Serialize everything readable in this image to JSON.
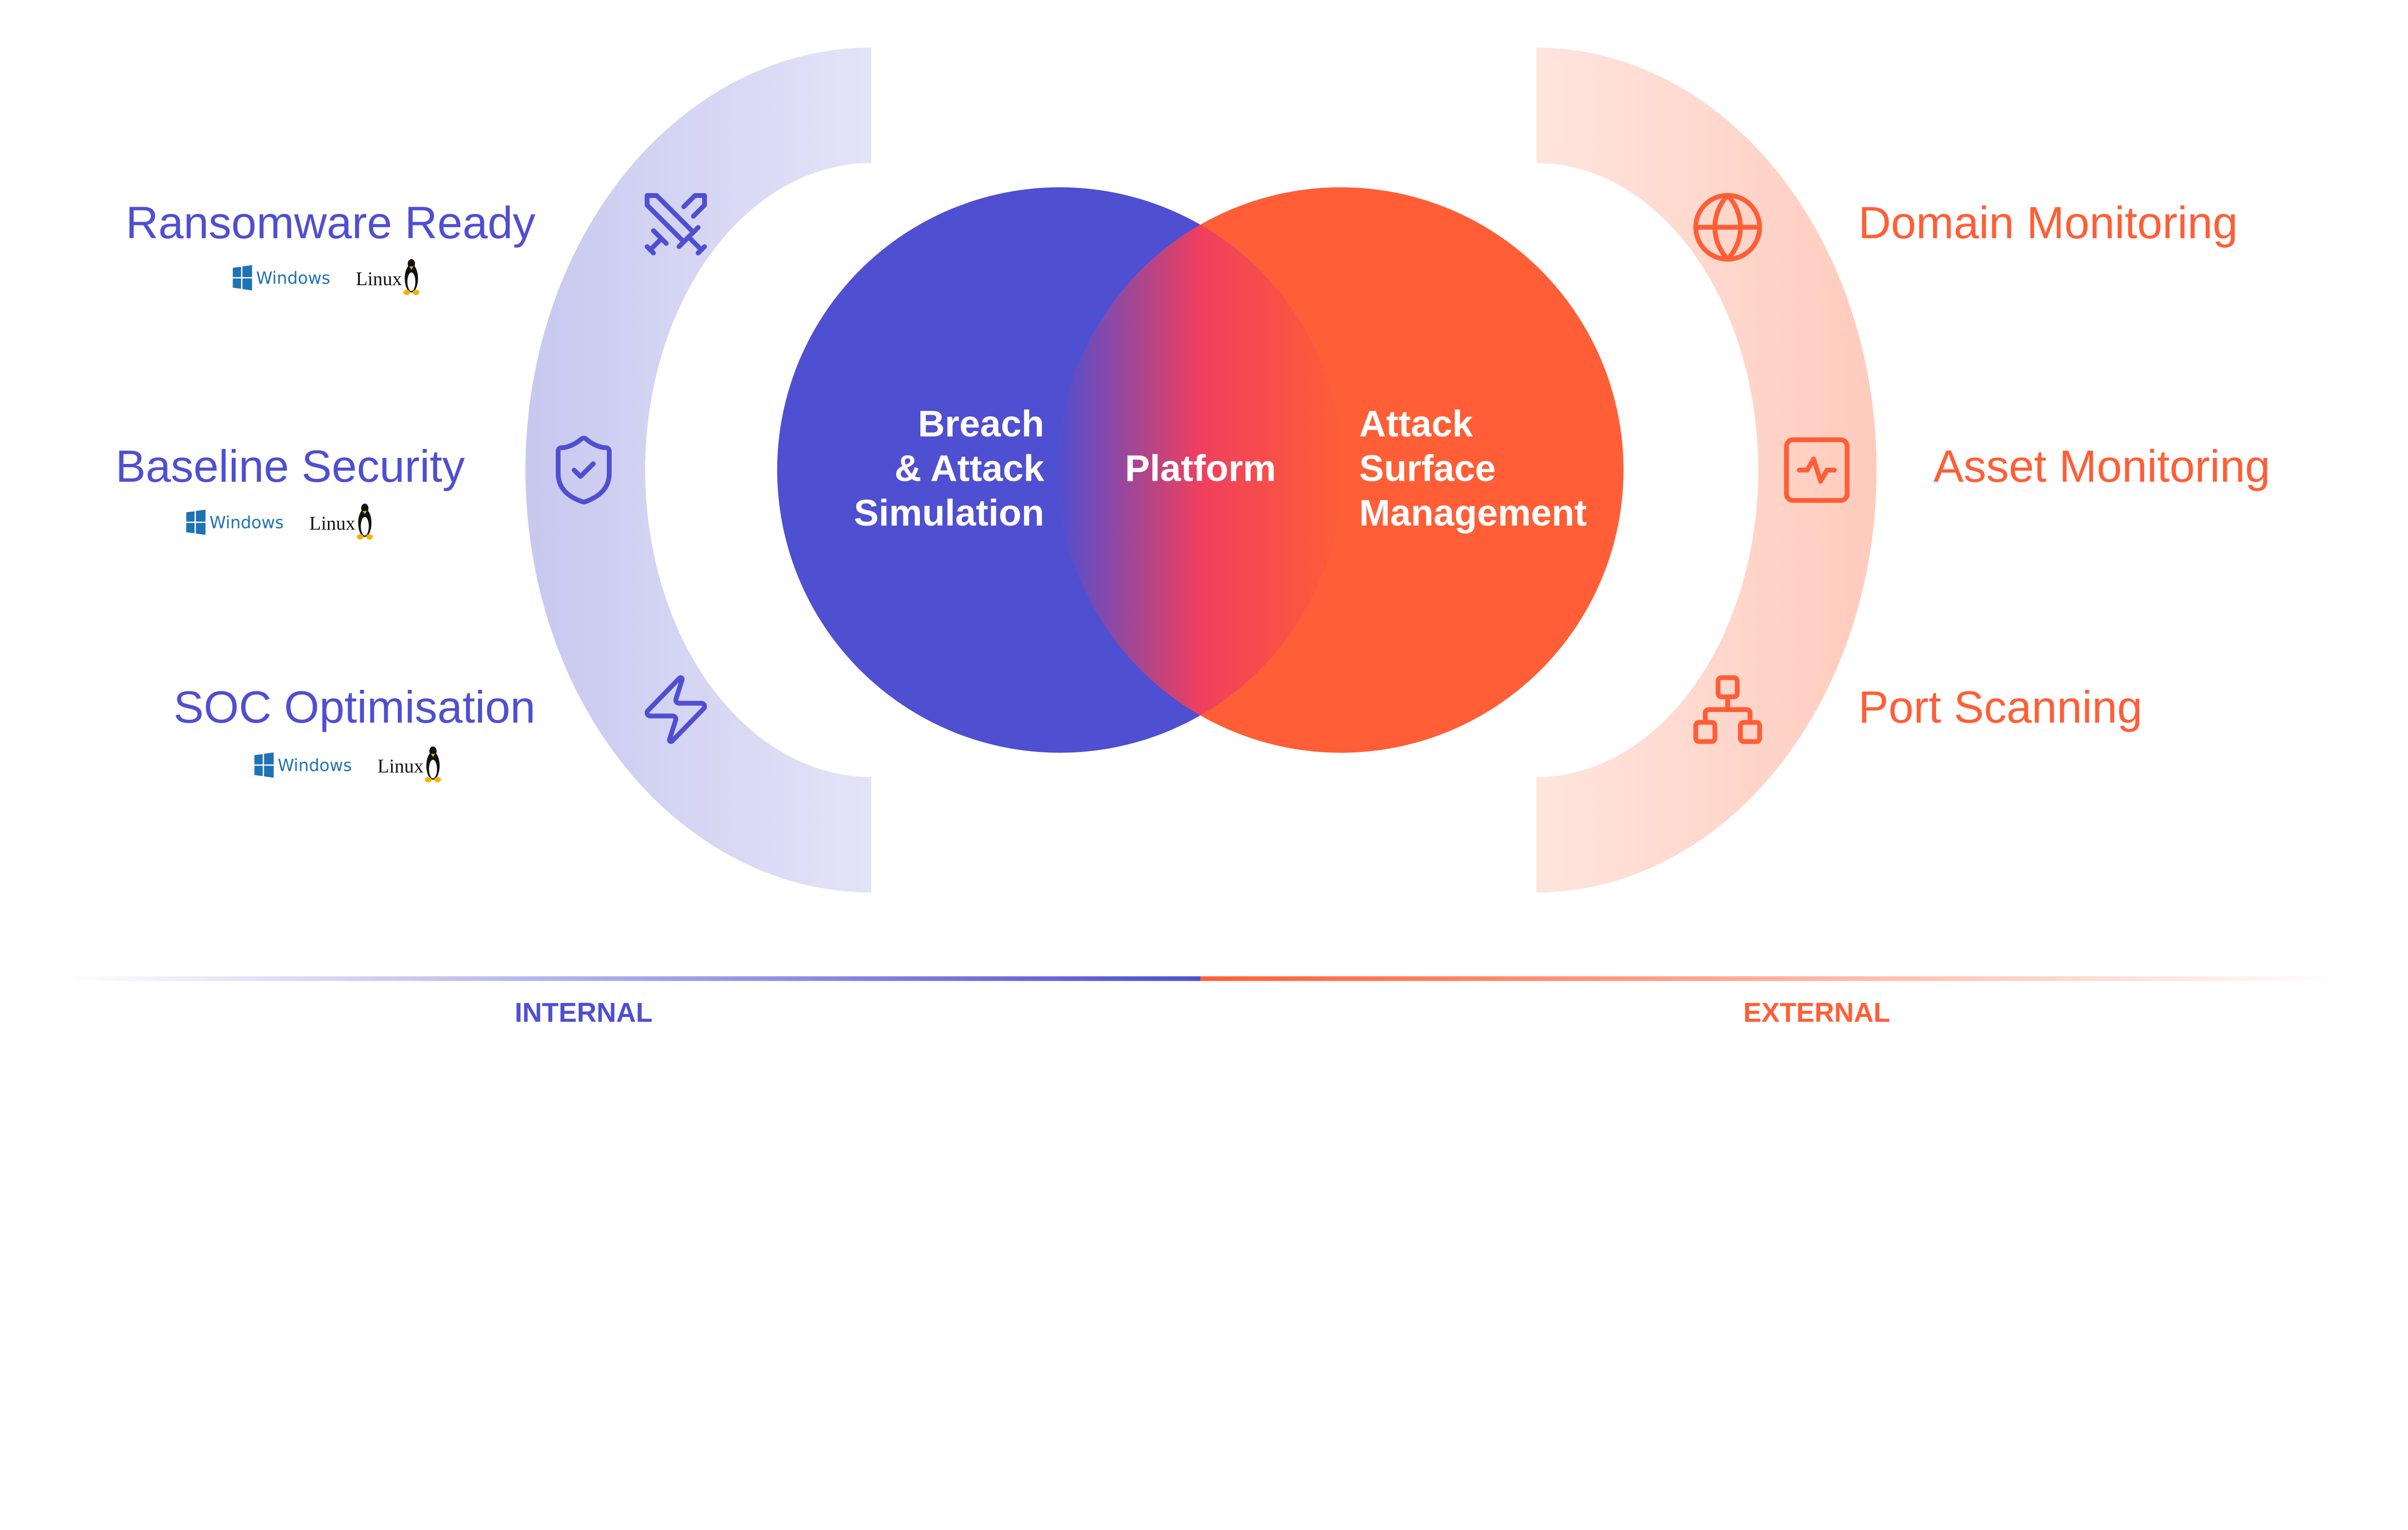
{
  "colors": {
    "internal": "#4f4fd1",
    "external": "#ff5e36",
    "overlap": "#ef3f5e"
  },
  "left_items": [
    {
      "label": "Ransomware Ready",
      "icon": "swords-icon",
      "platforms": [
        "Windows",
        "Linux"
      ]
    },
    {
      "label": "Baseline Security",
      "icon": "shield-check-icon",
      "platforms": [
        "Windows",
        "Linux"
      ]
    },
    {
      "label": "SOC Optimisation",
      "icon": "lightning-icon",
      "platforms": [
        "Windows",
        "Linux"
      ]
    }
  ],
  "right_items": [
    {
      "label": "Domain Monitoring",
      "icon": "globe-icon"
    },
    {
      "label": "Asset Monitoring",
      "icon": "monitor-pulse-icon"
    },
    {
      "label": "Port Scanning",
      "icon": "network-icon"
    }
  ],
  "venn": {
    "left": [
      "Breach",
      "& Attack",
      "Simulation"
    ],
    "center": "Platform",
    "right": [
      "Attack",
      "Surface",
      "Management"
    ]
  },
  "axis": {
    "left": "INTERNAL",
    "right": "EXTERNAL"
  }
}
